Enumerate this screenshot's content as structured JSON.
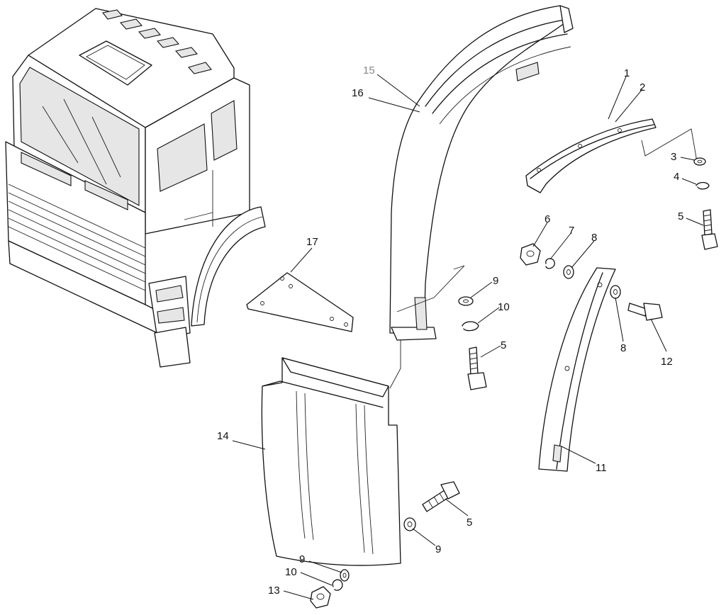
{
  "callouts": [
    {
      "id": "c15",
      "label": "15",
      "color": "#888888"
    },
    {
      "id": "c16",
      "label": "16"
    },
    {
      "id": "c1",
      "label": "1"
    },
    {
      "id": "c2",
      "label": "2"
    },
    {
      "id": "c3",
      "label": "3"
    },
    {
      "id": "c4",
      "label": "4"
    },
    {
      "id": "c5a",
      "label": "5"
    },
    {
      "id": "c6",
      "label": "6"
    },
    {
      "id": "c7",
      "label": "7"
    },
    {
      "id": "c8a",
      "label": "8"
    },
    {
      "id": "c17",
      "label": "17"
    },
    {
      "id": "c9a",
      "label": "9"
    },
    {
      "id": "c10a",
      "label": "10"
    },
    {
      "id": "c5b",
      "label": "5"
    },
    {
      "id": "c8b",
      "label": "8"
    },
    {
      "id": "c12",
      "label": "12"
    },
    {
      "id": "c14",
      "label": "14"
    },
    {
      "id": "c11",
      "label": "11"
    },
    {
      "id": "c5c",
      "label": "5"
    },
    {
      "id": "c9b",
      "label": "9"
    },
    {
      "id": "c9c",
      "label": "9"
    },
    {
      "id": "c10b",
      "label": "10"
    },
    {
      "id": "c13",
      "label": "13"
    }
  ]
}
